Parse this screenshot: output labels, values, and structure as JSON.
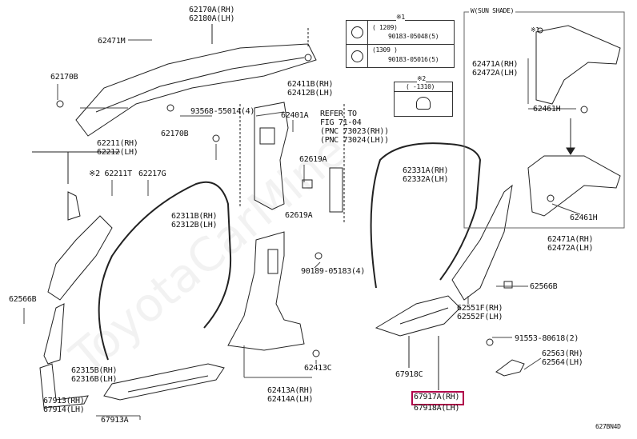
{
  "labels": {
    "l62170A": "62170A(RH)",
    "l62180A": "62180A(LH)",
    "l62471M": "62471M",
    "l62170B_a": "62170B",
    "l62170B_b": "62170B",
    "l62211": "62211(RH)",
    "l62212": "62212(LH)",
    "l2_62211T": "※2 62211T",
    "l62217G": "62217G",
    "l62566B_l": "62566B",
    "l62315B": "62315B(RH)",
    "l62316B": "62316B(LH)",
    "l67913": "67913(RH)",
    "l67914": "67914(LH)",
    "l67913A": "67913A",
    "l62311B": "62311B(RH)",
    "l62312B": "62312B(LH)",
    "l93568": "93568-55014(4)",
    "l62411B": "62411B(RH)",
    "l62412B": "62412B(LH)",
    "l62401A": "62401A",
    "refer1": "REFER TO",
    "refer2": "FIG 71-04",
    "refer3": "(PNC 73023(RH))",
    "refer4": "(PNC 73024(LH))",
    "l62619A_a": "62619A",
    "l62619A_b": "62619A",
    "l90189": "90189-05183(4)",
    "l62413C": "62413C",
    "l62413A": "62413A(RH)",
    "l62414A": "62414A(LH)",
    "l62331A": "62331A(RH)",
    "l62332A": "62332A(LH)",
    "l67918C": "67918C",
    "l67917A": "67917A(RH)",
    "l67918A": "67918A(LH)",
    "l62551F": "62551F(RH)",
    "l62552F": "62552F(LH)",
    "l62566B_r": "62566B",
    "l91553": "91553-80618(2)",
    "l62563": "62563(RH)",
    "l62564": "62564(LH)",
    "sun_title": "W(SUN SHADE)",
    "l1_star": "※1",
    "l62471A_a": "62471A(RH)",
    "l62472A_a": "62472A(LH)",
    "l62461H_a": "62461H",
    "l62461H_b": "62461H",
    "l62471A_b": "62471A(RH)",
    "l62472A_b": "62472A(LH)",
    "legend1_mark": "※1",
    "legend1_r1a": "(  1209)",
    "legend1_r1b": "90183-05048(5)",
    "legend1_r2a": "(1309  )",
    "legend1_r2b": "90183-05016(5)",
    "legend2_mark": "※2",
    "legend2_r1": "(  -1310)",
    "watermark": "ToyotaCarMine",
    "code": "627BN4D"
  },
  "highlight_color": "#b0004a",
  "line_color": "#222222"
}
